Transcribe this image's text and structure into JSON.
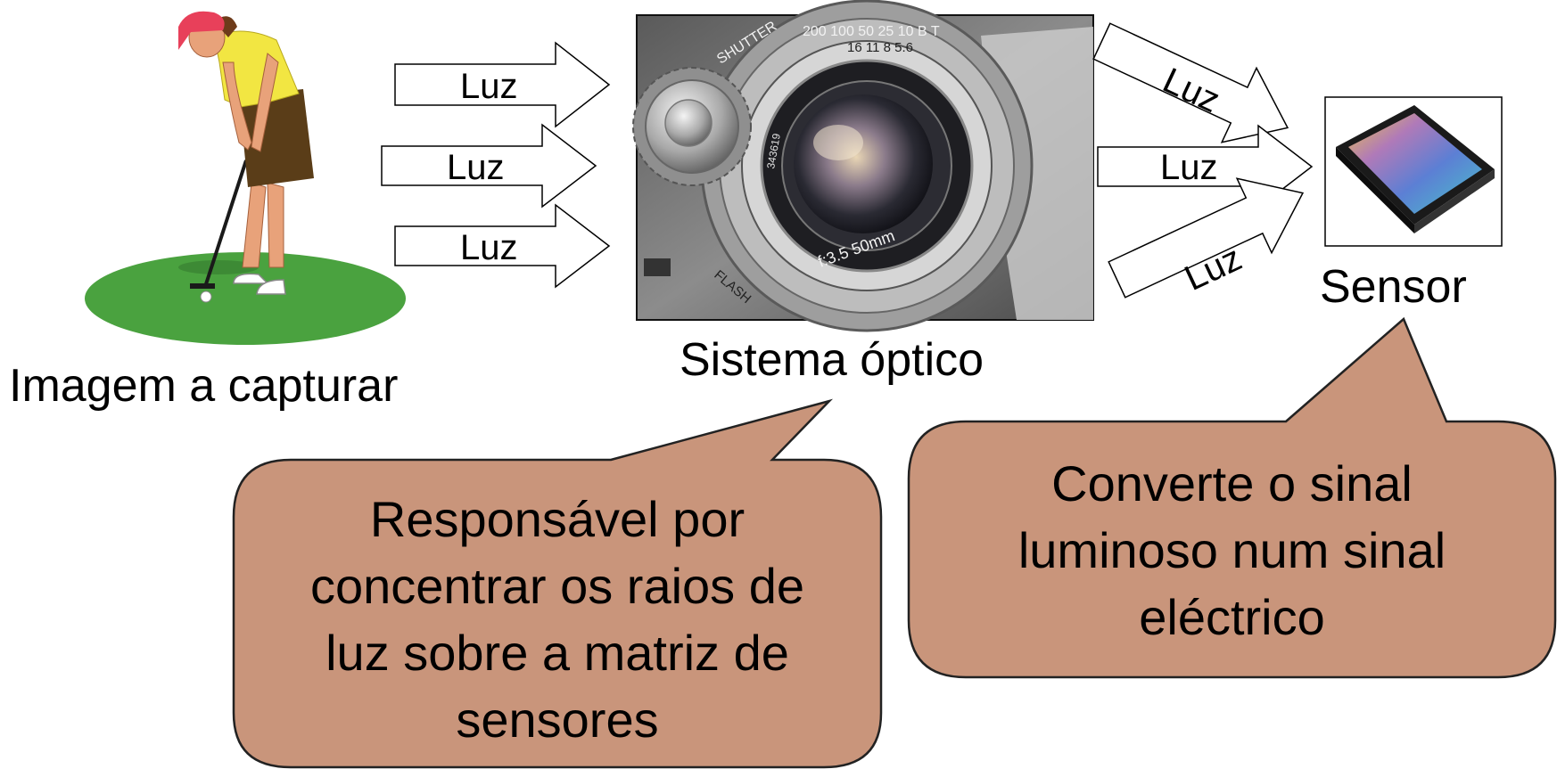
{
  "arrow_label": "Luz",
  "captions": {
    "source": "Imagem a capturar",
    "optics": "Sistema óptico",
    "sensor": "Sensor"
  },
  "callouts": {
    "optics_lines": [
      "Responsável por",
      "concentrar os raios de",
      "luz sobre a matriz de",
      "sensores"
    ],
    "sensor_lines": [
      "Converte o sinal",
      "luminoso num sinal",
      "eléctrico"
    ]
  },
  "lens_markings": {
    "brand": "SHUTTER",
    "speeds": "200 100 50 25 10 B T",
    "aperture_scale": "16 11 8 5.6",
    "lens_spec": "f:3.5 50mm",
    "serial": "343619",
    "flash": "FLASH"
  },
  "colors": {
    "callout_fill": "#c9957b",
    "callout_stroke": "#222222",
    "grass": "#4aa23f",
    "shirt": "#f2e642",
    "cap": "#e8405a",
    "shorts": "#5a3d18"
  }
}
